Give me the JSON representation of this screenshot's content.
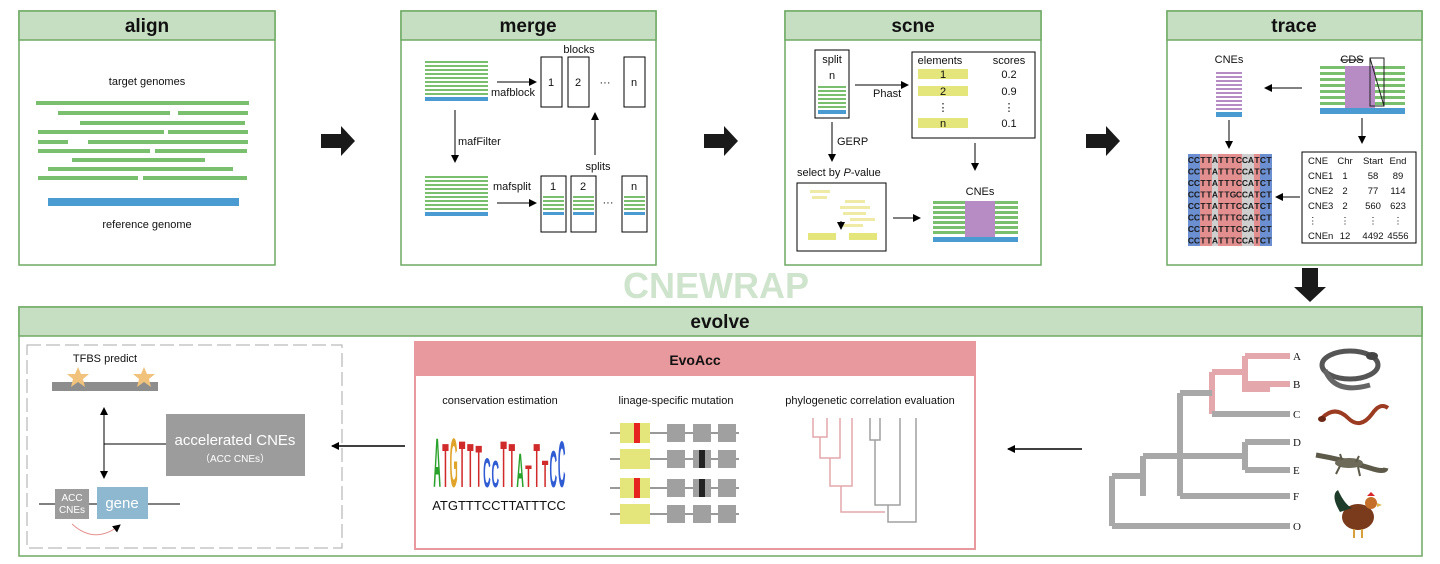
{
  "watermark": "CNEWRAP",
  "align": {
    "title": "align",
    "top_label": "target genomes",
    "bottom_label": "reference genome"
  },
  "merge": {
    "title": "merge",
    "blocks_label": "blocks",
    "splits_label": "splits",
    "mafblock": "mafblock",
    "mafFilter": "mafFilter",
    "mafsplit": "mafsplit",
    "block_ids": [
      "1",
      "2",
      "n"
    ],
    "split_ids": [
      "1",
      "2",
      "n"
    ],
    "dots": "···"
  },
  "scne": {
    "title": "scne",
    "split_label": "split",
    "split_n": "n",
    "phast": "Phast",
    "gerp": "GERP",
    "select_prefix": "select by ",
    "select_p": "P",
    "select_suffix": "-value",
    "table_headers": [
      "elements",
      "scores"
    ],
    "table_rows": [
      [
        "1",
        "0.2"
      ],
      [
        "2",
        "0.9"
      ],
      [
        "⋮",
        "⋮"
      ],
      [
        "n",
        "0.1"
      ]
    ],
    "cnes_label": "CNEs"
  },
  "trace": {
    "title": "trace",
    "cnes_label": "CNEs",
    "cds_label": "CDS",
    "table_headers": [
      "CNE",
      "Chr",
      "Start",
      "End"
    ],
    "table_rows": [
      [
        "CNE1",
        "1",
        "58",
        "89"
      ],
      [
        "CNE2",
        "2",
        "77",
        "114"
      ],
      [
        "CNE3",
        "2",
        "560",
        "623"
      ],
      [
        "⋮",
        "⋮",
        "⋮",
        "⋮"
      ],
      [
        "CNEn",
        "12",
        "4492",
        "4556"
      ]
    ],
    "seq_rows": [
      "CCTTATTTCCATCT",
      "CCTTATTTCCATCT",
      "CCTTATTTCCATCT",
      "CCTTATTGCCATCT",
      "CCTTATTTCCATCT",
      "CCTTATTTCCATCT",
      "CCTTATTTCCATCT",
      "CCTTATTTCCATCT"
    ]
  },
  "evolve": {
    "title": "evolve",
    "tfbs": "TFBS predict",
    "accel": "accelerated CNEs",
    "accel_sub": "（ACC CNEs）",
    "acc_small": [
      "ACC",
      "CNEs"
    ],
    "gene": "gene",
    "evoacc_title": "EvoAcc",
    "conservation": "conservation estimation",
    "lineage": "linage-specific mutation",
    "phylo": "phylogenetic correlation evaluation",
    "logo_seq": "ATGTTTCCTTATTTCC",
    "tree_leaves": [
      "A",
      "B",
      "C",
      "D",
      "E",
      "F",
      "O"
    ]
  },
  "colors": {
    "panel_header": "#c6dfc2",
    "panel_border": "#6faa62",
    "seq_green": "#79bf6d",
    "seq_blue": "#4a9bd1",
    "seq_purple": "#b78cc5",
    "yellow": "#e4e57a",
    "pink_panel": "#e8999d",
    "pink_tree": "#e4a7ab",
    "gray_box": "#9c9c9c",
    "gene_blue": "#8eb8cf",
    "red": "#e52420",
    "watermark": "#cfe4cc"
  }
}
